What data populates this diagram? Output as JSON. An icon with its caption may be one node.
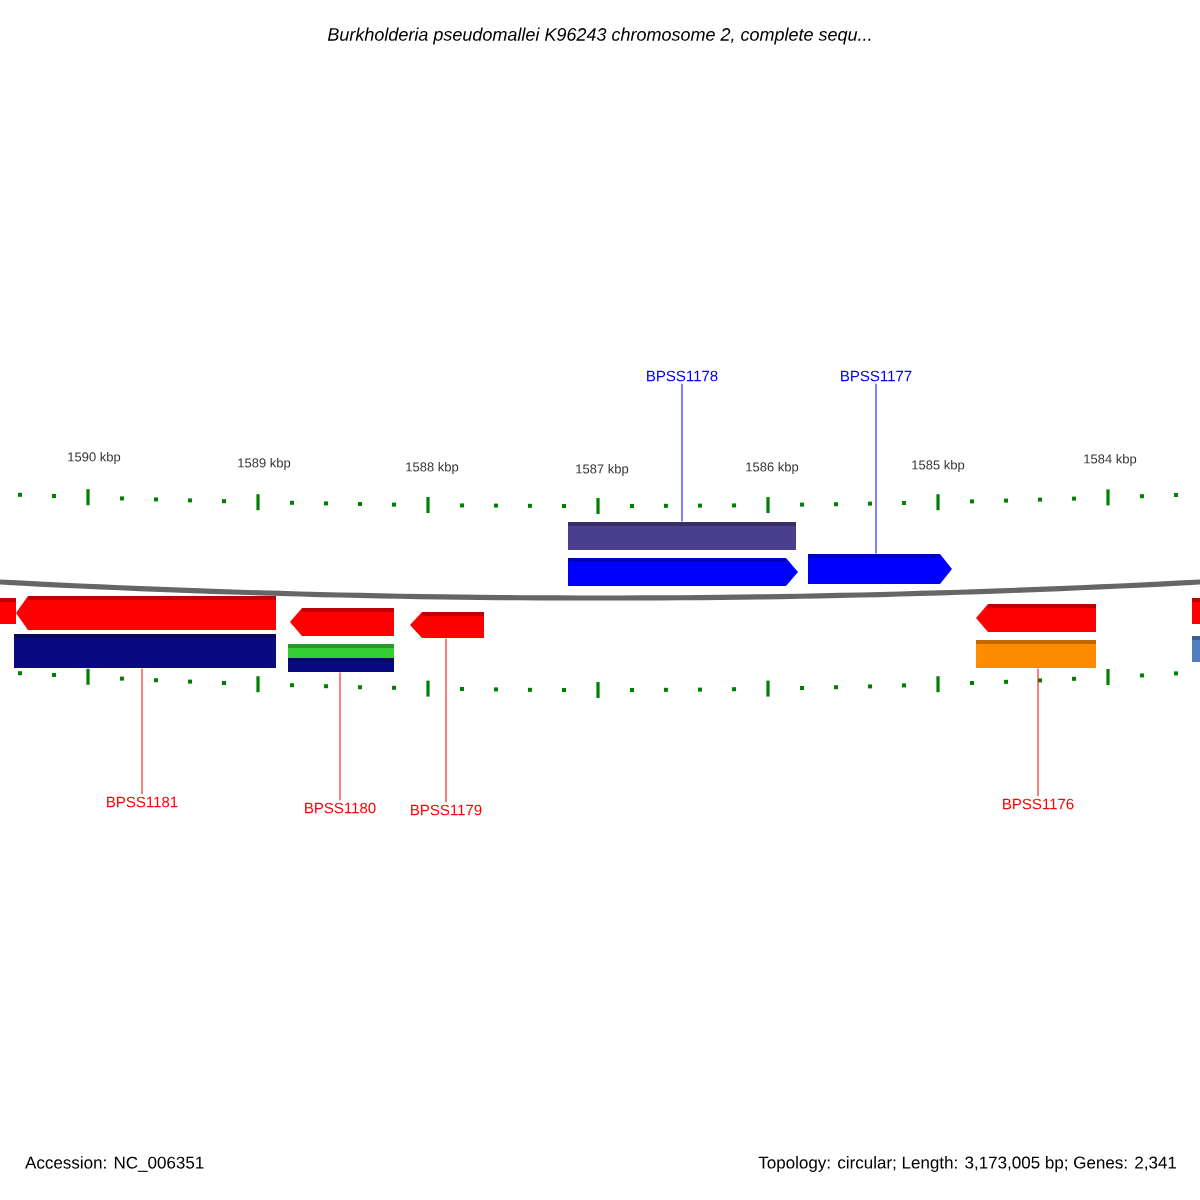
{
  "diagram": {
    "title": "Burkholderia pseudomallei K96243 chromosome 2, complete sequ...",
    "nodes": [
      {
        "text": [
          "BPSS1178"
        ]
      },
      {
        "text": [
          "BPSS1177"
        ]
      },
      {
        "text": [
          "BPSS1181"
        ]
      },
      {
        "text": [
          "BPSS1180"
        ]
      },
      {
        "text": [
          "BPSS1179"
        ]
      },
      {
        "text": [
          "BPSS1176"
        ]
      },
      {
        "text": [],
        "shape": "bar"
      },
      {
        "text": [],
        "shape": "arrow"
      },
      {
        "text": [],
        "shape": "bar"
      },
      {
        "text": [],
        "shape": "arrow"
      },
      {
        "text": [],
        "shape": "bar"
      },
      {
        "text": [],
        "shape": "bar"
      },
      {
        "text": [],
        "shape": "arrow"
      },
      {
        "text": [],
        "shape": "bar"
      },
      {
        "text": [],
        "shape": "arrow"
      },
      {
        "text": [],
        "shape": "arrow"
      },
      {
        "text": [],
        "shape": "arrow"
      },
      {
        "text": [],
        "shape": "bar"
      },
      {
        "text": [],
        "shape": "bar"
      },
      {
        "text": [],
        "shape": "bar"
      }
    ],
    "edges": [
      {
        "from": 0,
        "to": 13,
        "arrow": "none",
        "color": "#0000ff"
      },
      {
        "from": 1,
        "to": 15,
        "arrow": "none",
        "color": "#0000ff"
      },
      {
        "from": 2,
        "to": 8,
        "arrow": "none"
      },
      {
        "from": 3,
        "to": 11,
        "arrow": "none"
      },
      {
        "from": 4,
        "to": 12,
        "arrow": "none"
      },
      {
        "from": 5,
        "to": 17,
        "arrow": "none"
      }
    ],
    "labels": [
      "1590 kbp",
      "1589 kbp",
      "1588 kbp",
      "1587 kbp",
      "1586 kbp",
      "1585 kbp",
      "1584 kbp",
      "Accession: NC_006351",
      "Topology: circular; Length: 3,173,005 bp; Genes: 2,341"
    ]
  }
}
